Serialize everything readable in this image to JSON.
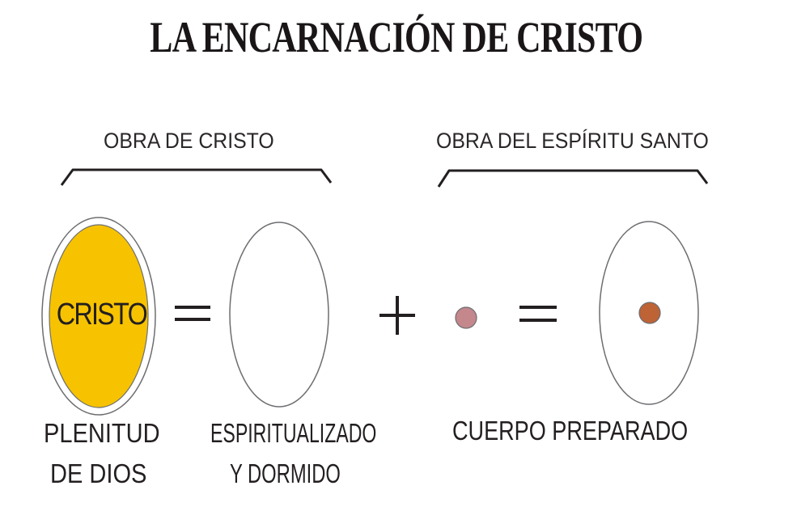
{
  "title": "LA ENCARNACIÓN DE CRISTO",
  "groups": [
    {
      "label": "OBRA DE CRISTO"
    },
    {
      "label": "OBRA DEL ESPÍRITU SANTO"
    }
  ],
  "nodes": {
    "cristo": {
      "label": "CRISTO",
      "fill": "#f7c300",
      "caption_line1": "PLENITUD",
      "caption_line2": "DE DIOS"
    },
    "spirit": {
      "caption_line1": "ESPIRITUALIZADO",
      "caption_line2": "Y DORMIDO"
    },
    "seed": {
      "fill": "#c4878c"
    },
    "body": {
      "fill": "#bd6336",
      "caption": "CUERPO PREPARADO"
    }
  },
  "operators": {
    "equals1": "=",
    "plus": "+",
    "equals2": "="
  },
  "colors": {
    "ink": "#231f20",
    "stroke": "#6d6e71",
    "yellow": "#f7c300",
    "pink": "#c4878c",
    "brown": "#bd6336"
  }
}
